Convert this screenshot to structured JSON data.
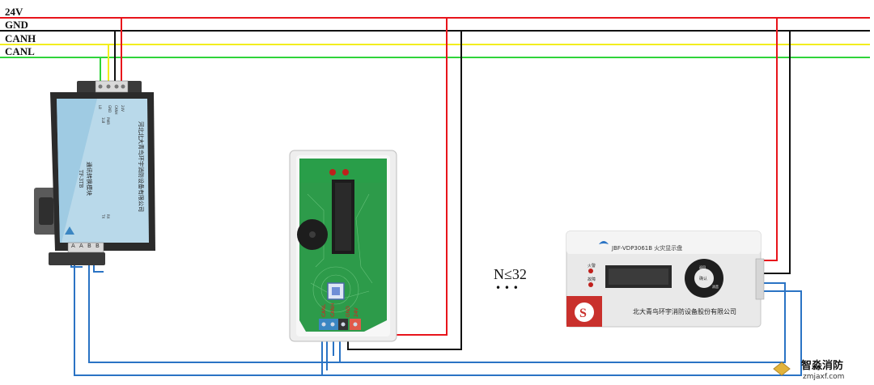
{
  "bus": {
    "labels": [
      "24V",
      "GND",
      "CANH",
      "CANL"
    ],
    "colors": {
      "v24": "#e8141b",
      "gnd": "#111111",
      "canh": "#f2ee1e",
      "canl": "#2fd33a",
      "rs485": "#2a73c4"
    }
  },
  "converter": {
    "label_line1": "TF-3ТВ",
    "label_line2": "通讯转换模块",
    "company": "河北北大青鸟环宇消防设备有限公司",
    "terminal_labels": [
      "A",
      "A",
      "B",
      "B"
    ],
    "top_terminals": [
      "L8",
      "GND",
      "CANH",
      "24V"
    ],
    "indicators": [
      "1L8",
      "PWR",
      "TX",
      "RX"
    ]
  },
  "module": {
    "terminal_labels": [
      "24V",
      "GND",
      "CANH",
      "CANL"
    ]
  },
  "quantity_note": {
    "text": "N≤32",
    "dots": "• • •"
  },
  "display": {
    "model": "JBF-VDP3061B 火灾显示盘",
    "company": "北大青鸟环宇消防设备股份有限公司",
    "indicator_labels": [
      "火警",
      "故障"
    ],
    "key_center": "确认",
    "key_labels": [
      "返回",
      "消音"
    ]
  },
  "watermark": {
    "name": "智淼消防",
    "url": "zmjaxf.com"
  }
}
